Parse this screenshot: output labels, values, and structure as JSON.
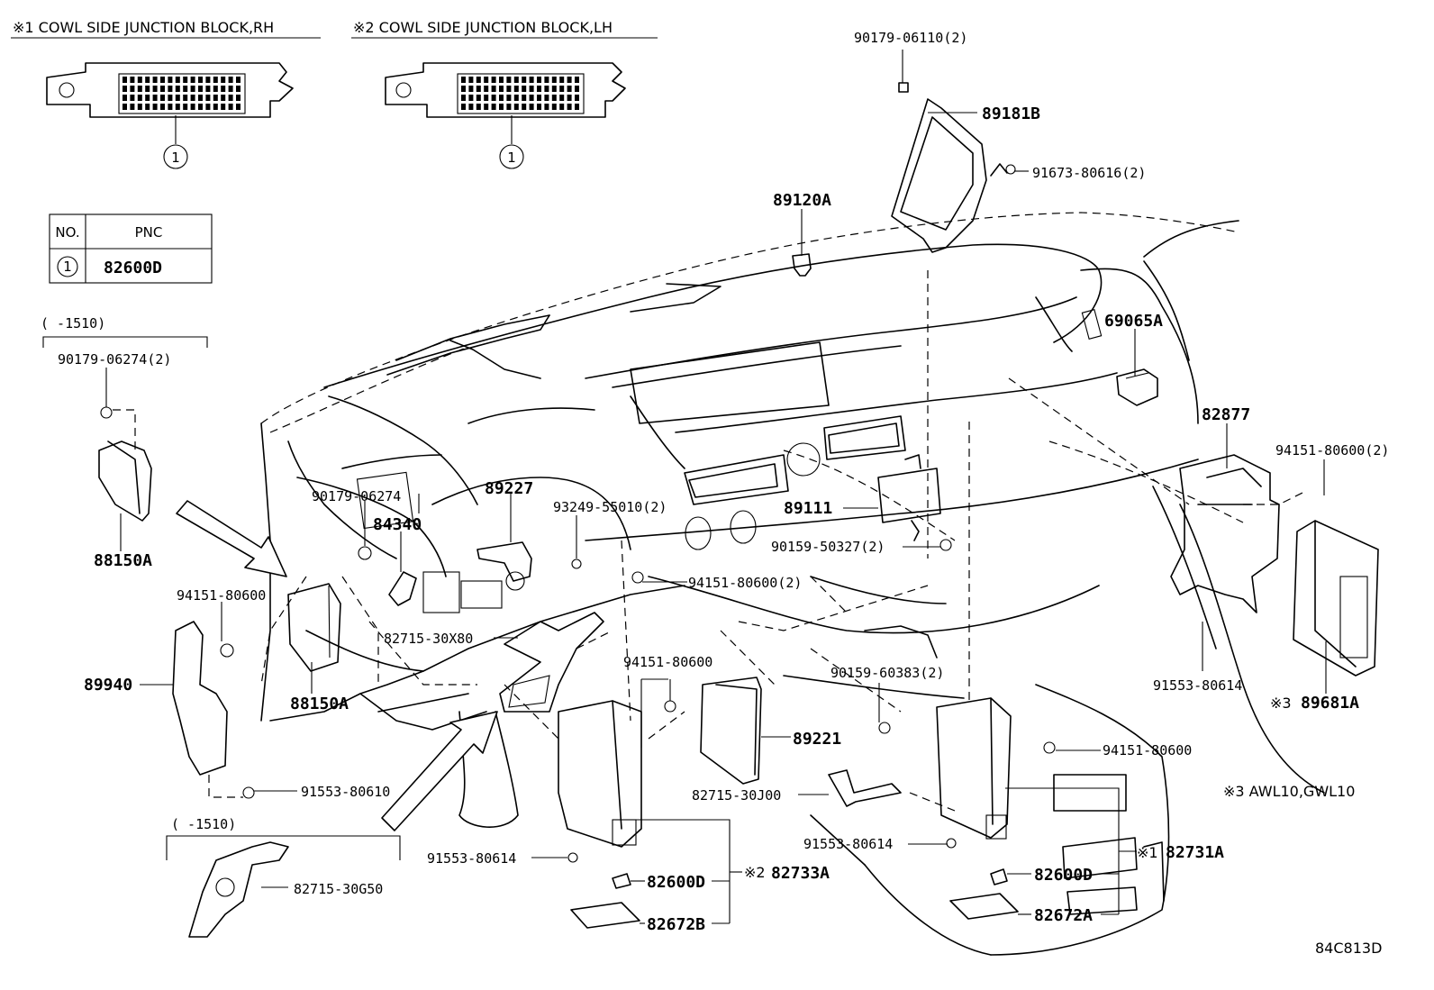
{
  "headers": {
    "block_rh": "※1 COWL SIDE JUNCTION BLOCK,RH",
    "block_lh": "※2 COWL SIDE JUNCTION BLOCK,LH"
  },
  "ref_circle": "1",
  "pnc_table": {
    "col_no": "NO.",
    "col_pnc": "PNC",
    "row_no": "1",
    "row_pnc": "82600D"
  },
  "ranges": {
    "upper": "(      -1510)",
    "lower": "(      -1510)"
  },
  "parts": {
    "p_90179_06110": "90179-06110(2)",
    "p_89181B": "89181B",
    "p_91673_80616": "91673-80616(2)",
    "p_89120A": "89120A",
    "p_69065A": "69065A",
    "p_82877": "82877",
    "p_94151_80600_2a": "94151-80600(2)",
    "p_90179_06274_2": "90179-06274(2)",
    "p_88150A_top": "88150A",
    "p_90179_06274": "90179-06274",
    "p_84340": "84340",
    "p_89227": "89227",
    "p_93249_55010": "93249-55010(2)",
    "p_89111": "89111",
    "p_90159_50327": "90159-50327(2)",
    "p_94151_80600_2b": "94151-80600(2)",
    "p_94151_80600_left": "94151-80600",
    "p_82715_30X80": "82715-30X80",
    "p_94151_80600_mid": "94151-80600",
    "p_90159_60383": "90159-60383(2)",
    "p_89940": "89940",
    "p_88150A_bot": "88150A",
    "p_89221": "89221",
    "p_91553_80614_r": "91553-80614",
    "p_89681A": "89681A",
    "p_94151_80600_r": "94151-80600",
    "p_91553_80610": "91553-80610",
    "p_82715_30J00": "82715-30J00",
    "p_91553_80614_m": "91553-80614",
    "p_82731A": "82731A",
    "p_82715_30G50": "82715-30G50",
    "p_91553_80614_l": "91553-80614",
    "p_82733A": "82733A",
    "p_82600D_l": "82600D",
    "p_82600D_r": "82600D",
    "p_82672B": "82672B",
    "p_82672A": "82672A"
  },
  "marks": {
    "m_3a": "※3",
    "m_2": "※2",
    "m_1": "※1"
  },
  "note_3": "※3 AWL10,GWL10",
  "figure_code": "84C813D"
}
